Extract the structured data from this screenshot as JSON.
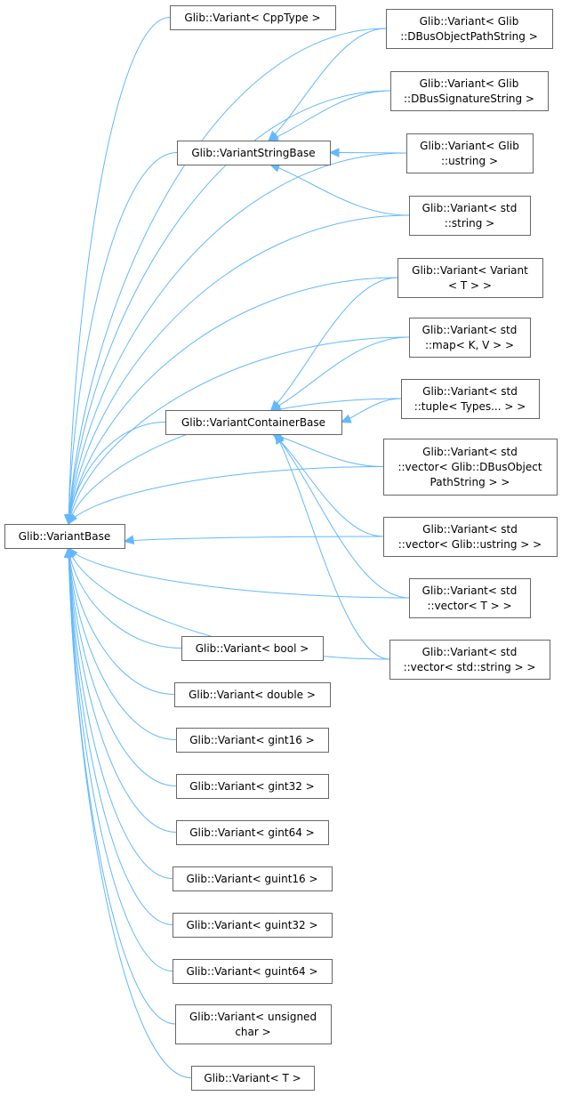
{
  "diagram": {
    "type": "inheritance-graph",
    "edge_color": "#63b8ff",
    "node_border_color": "#666666",
    "nodes": [
      {
        "id": "variantbase",
        "lines": [
          "Glib::VariantBase"
        ]
      },
      {
        "id": "variant-cpptype",
        "lines": [
          "Glib::Variant< CppType >"
        ]
      },
      {
        "id": "variant-dbusobjectpathstring",
        "lines": [
          "Glib::Variant< Glib",
          "::DBusObjectPathString >"
        ]
      },
      {
        "id": "variant-dbussignaturestring",
        "lines": [
          "Glib::Variant< Glib",
          "::DBusSignatureString >"
        ]
      },
      {
        "id": "variantstringbase",
        "lines": [
          "Glib::VariantStringBase"
        ]
      },
      {
        "id": "variant-ustring",
        "lines": [
          "Glib::Variant< Glib",
          "::ustring >"
        ]
      },
      {
        "id": "variant-std-string",
        "lines": [
          "Glib::Variant< std",
          "::string >"
        ]
      },
      {
        "id": "variant-variant-t",
        "lines": [
          "Glib::Variant< Variant",
          "< T > >"
        ]
      },
      {
        "id": "variant-map",
        "lines": [
          "Glib::Variant< std",
          "::map< K, V > >"
        ]
      },
      {
        "id": "variant-tuple",
        "lines": [
          "Glib::Variant< std",
          "::tuple< Types... > >"
        ]
      },
      {
        "id": "variantcontainerbase",
        "lines": [
          "Glib::VariantContainerBase"
        ]
      },
      {
        "id": "variant-vector-dbusobjectpath",
        "lines": [
          "Glib::Variant< std",
          "::vector< Glib::DBusObject",
          "PathString > >"
        ]
      },
      {
        "id": "variant-vector-ustring",
        "lines": [
          "Glib::Variant< std",
          "::vector< Glib::ustring > >"
        ]
      },
      {
        "id": "variant-vector-t",
        "lines": [
          "Glib::Variant< std",
          "::vector< T > >"
        ]
      },
      {
        "id": "variant-vector-string",
        "lines": [
          "Glib::Variant< std",
          "::vector< std::string > >"
        ]
      },
      {
        "id": "variant-bool",
        "lines": [
          "Glib::Variant< bool >"
        ]
      },
      {
        "id": "variant-double",
        "lines": [
          "Glib::Variant< double >"
        ]
      },
      {
        "id": "variant-gint16",
        "lines": [
          "Glib::Variant< gint16 >"
        ]
      },
      {
        "id": "variant-gint32",
        "lines": [
          "Glib::Variant< gint32 >"
        ]
      },
      {
        "id": "variant-gint64",
        "lines": [
          "Glib::Variant< gint64 >"
        ]
      },
      {
        "id": "variant-guint16",
        "lines": [
          "Glib::Variant< guint16 >"
        ]
      },
      {
        "id": "variant-guint32",
        "lines": [
          "Glib::Variant< guint32 >"
        ]
      },
      {
        "id": "variant-guint64",
        "lines": [
          "Glib::Variant< guint64 >"
        ]
      },
      {
        "id": "variant-unsigned-char",
        "lines": [
          "Glib::Variant< unsigned",
          "char >"
        ]
      },
      {
        "id": "variant-t",
        "lines": [
          "Glib::Variant< T >"
        ]
      }
    ],
    "edges": [
      {
        "from": "variant-cpptype",
        "to": "variantbase"
      },
      {
        "from": "variant-dbusobjectpathstring",
        "to": "variantbase"
      },
      {
        "from": "variant-dbussignaturestring",
        "to": "variantbase"
      },
      {
        "from": "variantstringbase",
        "to": "variantbase"
      },
      {
        "from": "variant-ustring",
        "to": "variantbase"
      },
      {
        "from": "variant-std-string",
        "to": "variantbase"
      },
      {
        "from": "variant-variant-t",
        "to": "variantbase"
      },
      {
        "from": "variant-map",
        "to": "variantbase"
      },
      {
        "from": "variant-tuple",
        "to": "variantbase"
      },
      {
        "from": "variantcontainerbase",
        "to": "variantbase"
      },
      {
        "from": "variant-vector-dbusobjectpath",
        "to": "variantbase"
      },
      {
        "from": "variant-vector-ustring",
        "to": "variantbase"
      },
      {
        "from": "variant-vector-t",
        "to": "variantbase"
      },
      {
        "from": "variant-vector-string",
        "to": "variantbase"
      },
      {
        "from": "variant-bool",
        "to": "variantbase"
      },
      {
        "from": "variant-double",
        "to": "variantbase"
      },
      {
        "from": "variant-gint16",
        "to": "variantbase"
      },
      {
        "from": "variant-gint32",
        "to": "variantbase"
      },
      {
        "from": "variant-gint64",
        "to": "variantbase"
      },
      {
        "from": "variant-guint16",
        "to": "variantbase"
      },
      {
        "from": "variant-guint32",
        "to": "variantbase"
      },
      {
        "from": "variant-guint64",
        "to": "variantbase"
      },
      {
        "from": "variant-unsigned-char",
        "to": "variantbase"
      },
      {
        "from": "variant-t",
        "to": "variantbase"
      },
      {
        "from": "variant-dbusobjectpathstring",
        "to": "variantstringbase"
      },
      {
        "from": "variant-dbussignaturestring",
        "to": "variantstringbase"
      },
      {
        "from": "variant-ustring",
        "to": "variantstringbase"
      },
      {
        "from": "variant-std-string",
        "to": "variantstringbase"
      },
      {
        "from": "variant-variant-t",
        "to": "variantcontainerbase"
      },
      {
        "from": "variant-map",
        "to": "variantcontainerbase"
      },
      {
        "from": "variant-tuple",
        "to": "variantcontainerbase"
      },
      {
        "from": "variant-vector-dbusobjectpath",
        "to": "variantcontainerbase"
      },
      {
        "from": "variant-vector-ustring",
        "to": "variantcontainerbase"
      },
      {
        "from": "variant-vector-t",
        "to": "variantcontainerbase"
      },
      {
        "from": "variant-vector-string",
        "to": "variantcontainerbase"
      }
    ]
  }
}
